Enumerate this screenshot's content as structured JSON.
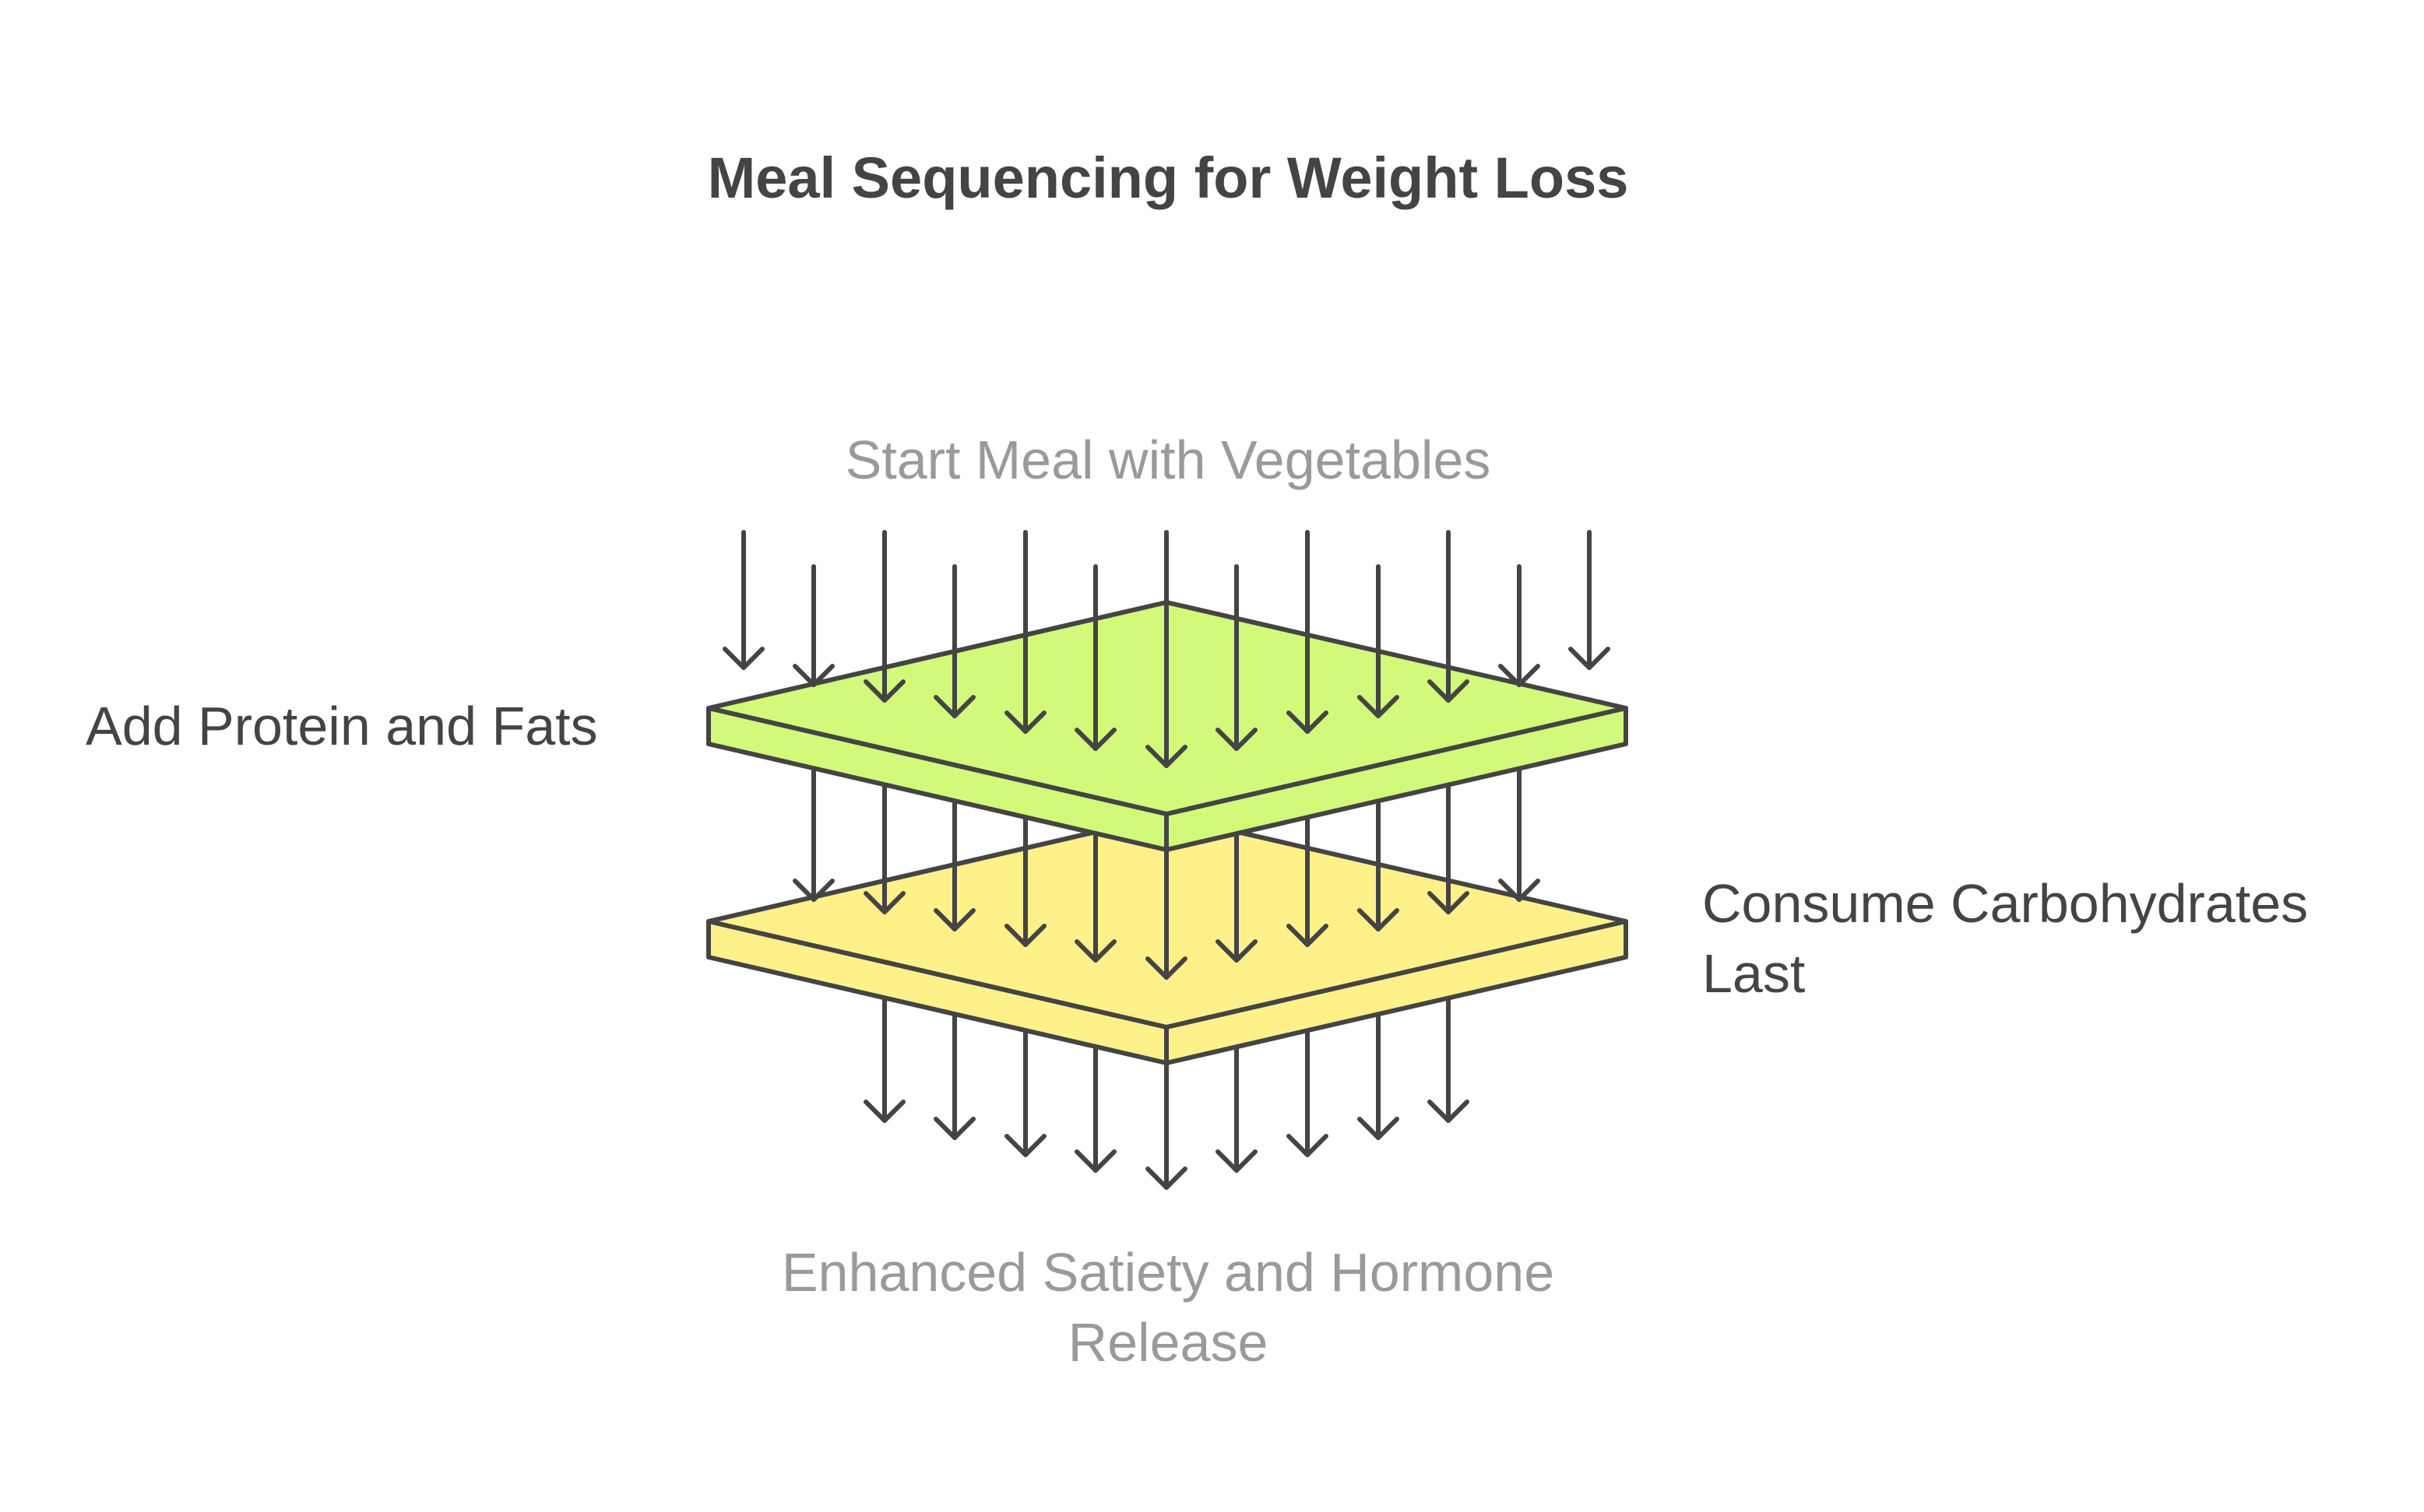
{
  "title": "Meal Sequencing for Weight Loss",
  "steps": {
    "top": "Start Meal with Vegetables",
    "left": "Add Protein and Fats",
    "right_line1": "Consume Carbohydrates",
    "right_line2": "Last",
    "bottom_line1": "Enhanced Satiety and Hormone",
    "bottom_line2": "Release"
  },
  "colors": {
    "upper_layer": "#d2f97a",
    "lower_layer": "#fff18a",
    "stroke": "#444444",
    "text_dark": "#444444",
    "text_muted": "#9a9a9a"
  }
}
